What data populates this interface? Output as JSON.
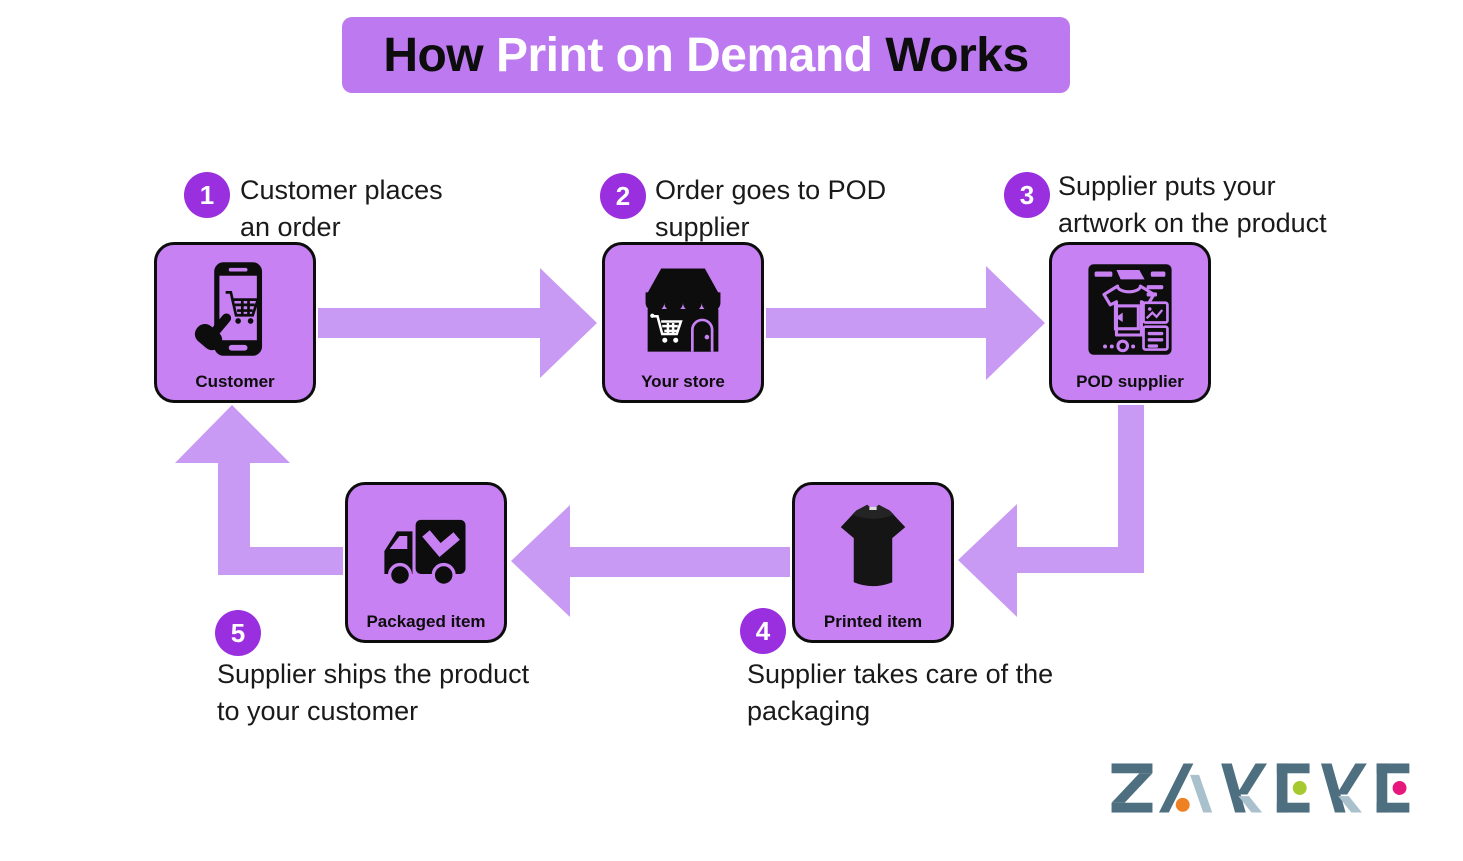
{
  "title": {
    "how": "How ",
    "middle": "Print on Demand",
    "works": " Works"
  },
  "steps": [
    {
      "number": "1",
      "description": "Customer places\nan order"
    },
    {
      "number": "2",
      "description": "Order goes to POD\nsupplier"
    },
    {
      "number": "3",
      "description": "Supplier puts your\nartwork on the product"
    },
    {
      "number": "4",
      "description": "Supplier takes care of the\npackaging"
    },
    {
      "number": "5",
      "description": "Supplier ships the product\nto your customer"
    }
  ],
  "cards": [
    {
      "label": "Customer",
      "icon": "smartphone-cart-icon"
    },
    {
      "label": "Your store",
      "icon": "storefront-icon"
    },
    {
      "label": "POD supplier",
      "icon": "design-editor-icon"
    },
    {
      "label": "Printed item",
      "icon": "tshirt-icon"
    },
    {
      "label": "Packaged item",
      "icon": "delivery-truck-icon"
    }
  ],
  "logo": {
    "brand": "ZAKEKE"
  },
  "colors": {
    "banner_bg": "#bd7af0",
    "card_bg": "#c781f3",
    "arrow": "#c89af3",
    "badge_bg": "#9a2fe0",
    "text": "#1a1a1a",
    "title_light": "#ffffff",
    "title_dark": "#0d0d0d",
    "logo_dark": "#4e6f80",
    "logo_light": "#a9c1cc",
    "logo_orange": "#f08122",
    "logo_green": "#a5c92e",
    "logo_pink": "#e6187d"
  }
}
